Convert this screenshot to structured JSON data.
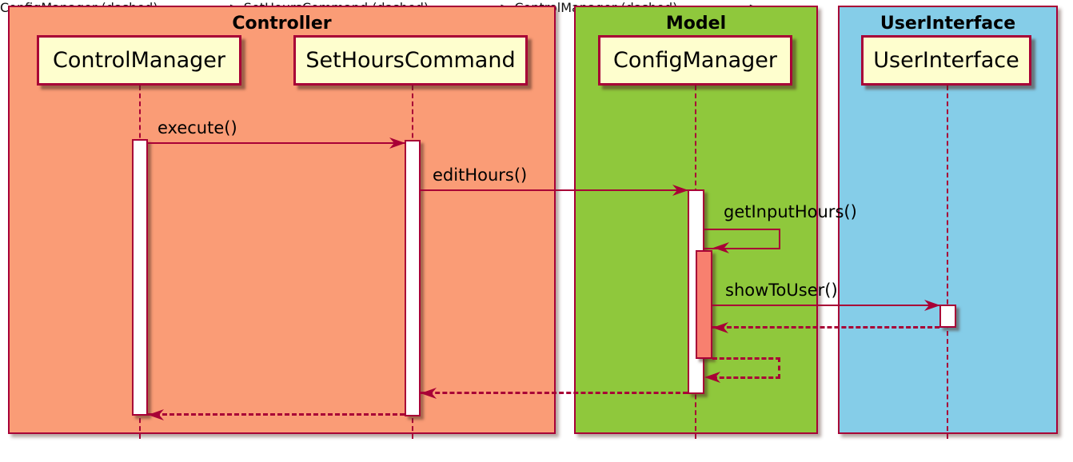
{
  "diagram": {
    "kind": "uml-sequence-diagram",
    "frames": {
      "controller": {
        "title": "Controller",
        "fill": "#FA9C76"
      },
      "model": {
        "title": "Model",
        "fill": "#8FC83C"
      },
      "userinterface": {
        "title": "UserInterface",
        "fill": "#85CDE8"
      }
    },
    "participants": {
      "control_manager": {
        "name": "ControlManager",
        "frame": "Controller"
      },
      "set_hours_command": {
        "name": "SetHoursCommand",
        "frame": "Controller"
      },
      "config_manager": {
        "name": "ConfigManager",
        "frame": "Model"
      },
      "user_interface": {
        "name": "UserInterface",
        "frame": "UserInterface"
      }
    },
    "messages": {
      "execute": {
        "label": "execute()",
        "from": "ControlManager",
        "to": "SetHoursCommand",
        "kind": "call"
      },
      "edit_hours": {
        "label": "editHours()",
        "from": "SetHoursCommand",
        "to": "ConfigManager",
        "kind": "call"
      },
      "get_input_hours": {
        "label": "getInputHours()",
        "from": "ConfigManager",
        "to": "ConfigManager",
        "kind": "self-call"
      },
      "show_to_user": {
        "label": "showToUser()",
        "from": "ConfigManager",
        "to": "UserInterface",
        "kind": "call"
      },
      "return_ui_to_config": {
        "label": "",
        "from": "UserInterface",
        "to": "ConfigManager",
        "kind": "return"
      },
      "return_config_self": {
        "label": "",
        "from": "ConfigManager",
        "to": "ConfigManager",
        "kind": "self-return"
      },
      "return_config_to_sethours": {
        "label": "",
        "from": "ConfigManager",
        "to": "SetHoursCommand",
        "kind": "return"
      },
      "return_sethours_to_control": {
        "label": "",
        "from": "SetHoursCommand",
        "to": "ControlManager",
        "kind": "return"
      }
    },
    "colors": {
      "border_and_lines": "#A80036",
      "participant_fill": "#FEFECE",
      "activation_fill": "#FFFFFF",
      "nested_activation_fill": "#F8806F",
      "controller_frame_fill": "#FA9C76",
      "model_frame_fill": "#8FC83C",
      "userinterface_frame_fill": "#85CDE8",
      "background": "#FFFFFF",
      "text": "#000000"
    }
  }
}
